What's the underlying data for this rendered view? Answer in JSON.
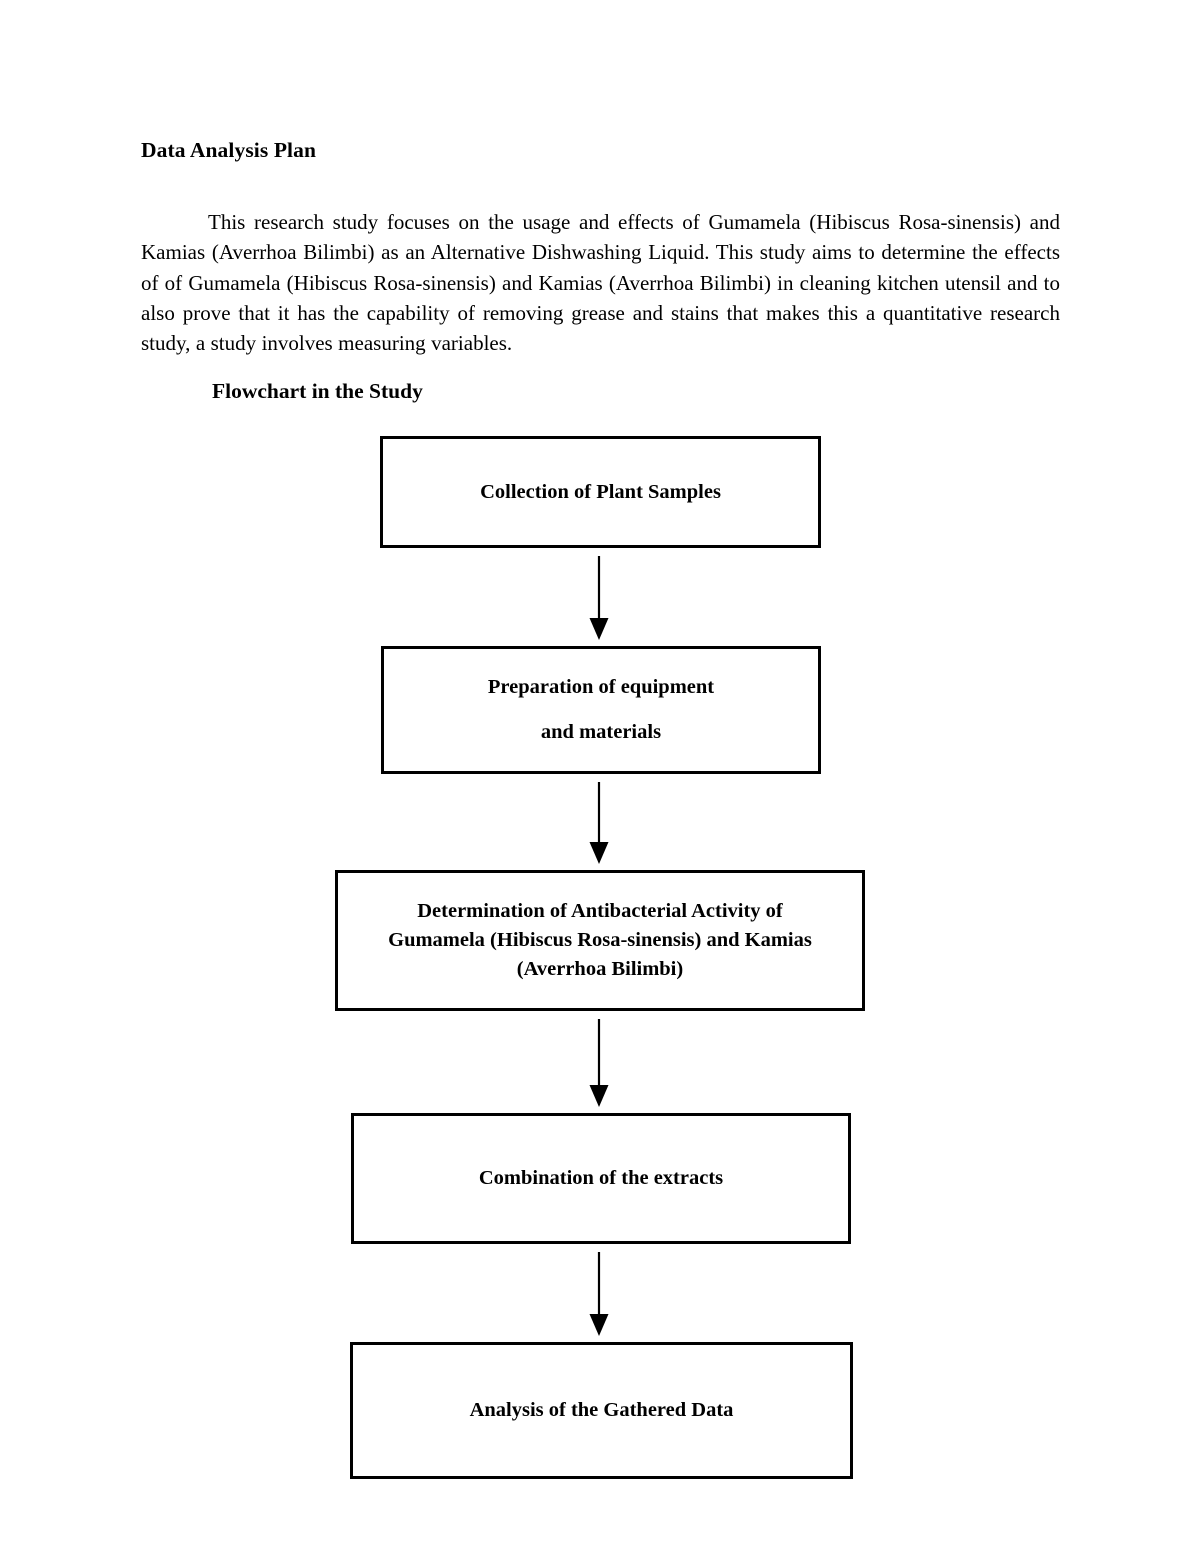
{
  "document": {
    "heading": "Data Analysis Plan",
    "paragraph": "This research study focuses on the usage and effects of Gumamela (Hibiscus Rosa-sinensis) and Kamias (Averrhoa Bilimbi) as an Alternative Dishwashing Liquid. This study aims to determine the effects of of Gumamela (Hibiscus Rosa-sinensis) and Kamias (Averrhoa Bilimbi) in cleaning kitchen utensil and to also prove that it has the capability of removing grease and stains that makes this a quantitative research study, a study involves measuring variables.",
    "flowchart_label": "Flowchart in the Study"
  },
  "flowchart": {
    "orientation": "vertical",
    "connector": "down-arrow",
    "steps": [
      {
        "id": "step-1",
        "label": "Collection of Plant Samples"
      },
      {
        "id": "step-2",
        "label": "Preparation of equipment\nand materials"
      },
      {
        "id": "step-3",
        "label": "Determination of Antibacterial Activity of\nGumamela (Hibiscus Rosa-sinensis) and Kamias\n(Averrhoa Bilimbi)"
      },
      {
        "id": "step-4",
        "label": "Combination of the extracts"
      },
      {
        "id": "step-5",
        "label": "Analysis of the Gathered Data"
      }
    ],
    "arrows": [
      {
        "id": "arrow-1",
        "from": "step-1",
        "to": "step-2"
      },
      {
        "id": "arrow-2",
        "from": "step-2",
        "to": "step-3"
      },
      {
        "id": "arrow-3",
        "from": "step-3",
        "to": "step-4"
      },
      {
        "id": "arrow-4",
        "from": "step-4",
        "to": "step-5"
      }
    ]
  },
  "colors": {
    "page_background": "#ffffff",
    "text": "#000000",
    "box_border": "#000000",
    "arrow": "#000000"
  }
}
